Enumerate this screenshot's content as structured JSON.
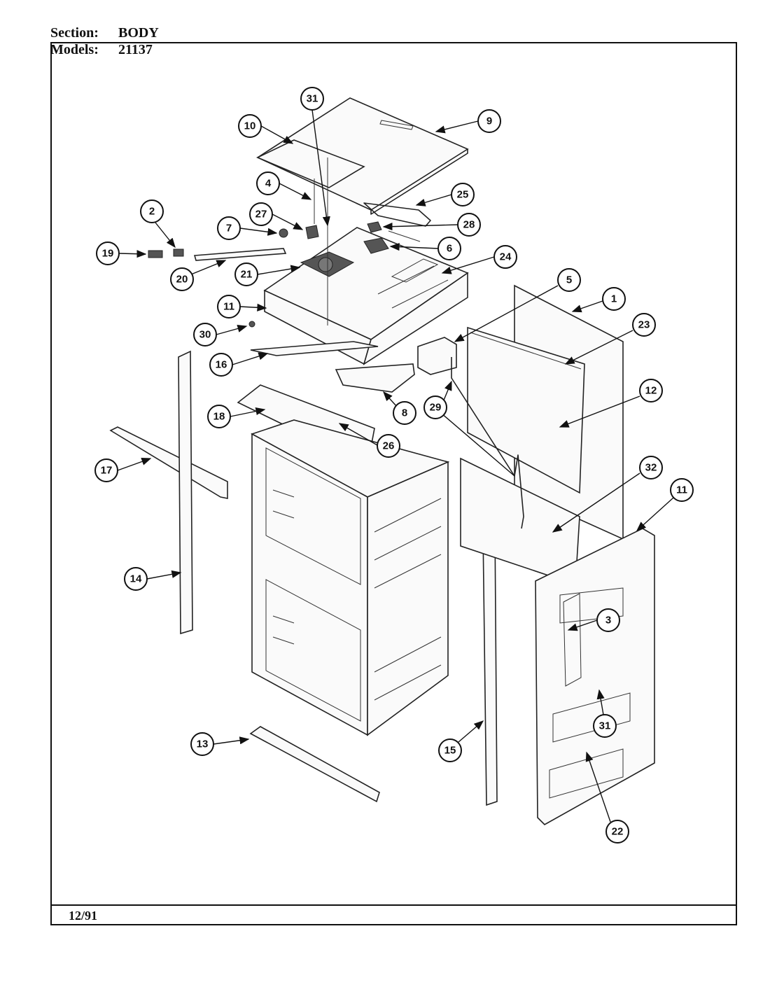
{
  "header": {
    "section_label": "Section:",
    "section_value": "BODY",
    "models_label": "Models:",
    "models_value": "21137"
  },
  "footer": {
    "date": "12/91"
  },
  "callouts": [
    "31",
    "9",
    "10",
    "4",
    "25",
    "2",
    "27",
    "7",
    "28",
    "19",
    "6",
    "24",
    "20",
    "21",
    "5",
    "11",
    "1",
    "30",
    "23",
    "16",
    "8",
    "12",
    "18",
    "29",
    "26",
    "17",
    "32",
    "11",
    "14",
    "3",
    "31",
    "13",
    "15",
    "22"
  ]
}
